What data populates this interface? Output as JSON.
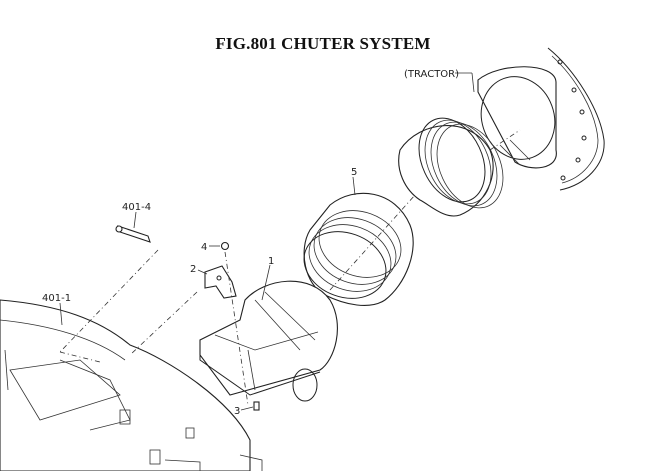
{
  "figure": {
    "title": "FIG.801  CHUTER SYSTEM"
  },
  "callouts": {
    "tractor": "(TRACTOR)",
    "c401_4": "401-4",
    "c401_1": "401-1",
    "c1": "1",
    "c2": "2",
    "c3": "3",
    "c4": "4",
    "c5": "5"
  }
}
